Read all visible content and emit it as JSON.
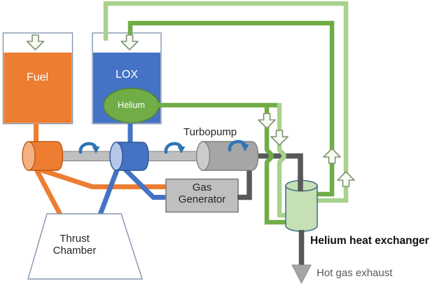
{
  "diagram": {
    "type": "rocket-engine-gas-generator-cycle",
    "labels": {
      "fuel_tank": "Fuel",
      "lox_tank": "LOX",
      "helium": "Helium",
      "turbopump": "Turbopump",
      "gas_generator_line1": "Gas",
      "gas_generator_line2": "Generator",
      "thrust_chamber_line1": "Thrust",
      "thrust_chamber_line2": "Chamber",
      "helium_heat_exchanger": "Helium heat exchanger",
      "hot_gas_exhaust": "Hot gas exhaust"
    },
    "icons": {
      "flow_down_arrows": "hollow down arrows on pressurization/helium feed lines (fuel tank top, LOX tank top, two helium feed lines)",
      "flow_up_arrows": "hollow up arrows on heated helium return lines",
      "rotation_arrows": "blue curled arrows showing shaft rotation (x3)",
      "exhaust_arrow": "gray down arrow at hot gas exhaust"
    },
    "colors": {
      "fuel_orange": "#ED7D31",
      "fuel_orange_cap": "#F4B183",
      "lox_blue": "#4472C4",
      "lox_blue_cap": "#B4C7E7",
      "helium_green": "#70AD47",
      "light_green": "#A9D18E",
      "heat_exchanger_fill": "#C5E0B4",
      "pipe_gray": "#595959",
      "machinery_gray": "#BFBFBF",
      "turbine_gray": "#A6A6A6",
      "rotation_blue": "#2E75B6",
      "tank_border": "#8496B0"
    }
  }
}
